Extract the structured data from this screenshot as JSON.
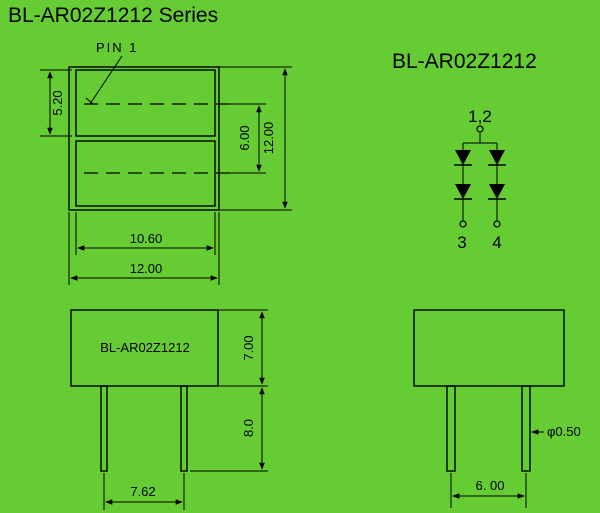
{
  "title": "BL-AR02Z1212 Series",
  "model": "BL-AR02Z1212",
  "pin_label": "PIN 1",
  "body_label": "BL-AR02Z1212",
  "dimensions": {
    "top_seg_height": "5.20",
    "segment_pitch": "6.00",
    "total_height": "12.00",
    "inner_width": "10.60",
    "outer_width": "12.00",
    "body_height": "7.00",
    "pin_length": "8.0",
    "pin_pitch_front": "7.62",
    "pin_pitch_side": "6. 00",
    "pin_diameter": "φ0.50"
  },
  "schematic": {
    "common_pin": "1,2",
    "pin_a": "3",
    "pin_b": "4"
  }
}
